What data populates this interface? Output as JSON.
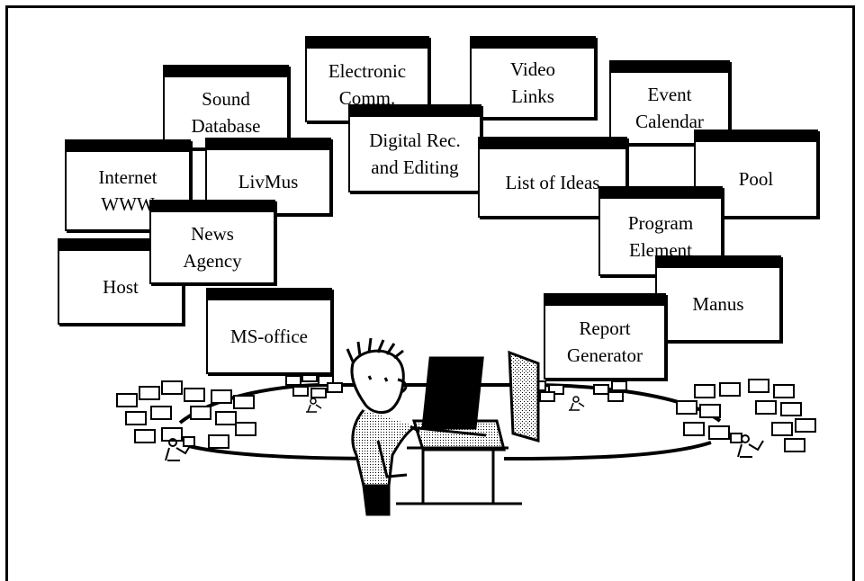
{
  "windows": [
    {
      "name": "sound-database-window",
      "label": "Sound\nDatabase"
    },
    {
      "name": "electronic-comm-window",
      "label": "Electronic\nComm."
    },
    {
      "name": "video-links-window",
      "label": "Video\nLinks"
    },
    {
      "name": "event-calendar-window",
      "label": "Event\nCalendar"
    },
    {
      "name": "internet-www-window",
      "label": "Internet\nWWW"
    },
    {
      "name": "livmus-window",
      "label": "LivMus"
    },
    {
      "name": "digital-rec-window",
      "label": "Digital Rec.\nand Editing"
    },
    {
      "name": "list-of-ideas-window",
      "label": "List of Ideas"
    },
    {
      "name": "pool-window",
      "label": "Pool"
    },
    {
      "name": "host-window",
      "label": "Host"
    },
    {
      "name": "news-agency-window",
      "label": "News\nAgency"
    },
    {
      "name": "program-element-window",
      "label": "Program\nElement"
    },
    {
      "name": "manus-window",
      "label": "Manus"
    },
    {
      "name": "ms-office-window",
      "label": "MS-office"
    },
    {
      "name": "report-generator-window",
      "label": "Report\nGenerator"
    }
  ],
  "colors": {
    "ink": "#000000",
    "paper": "#ffffff"
  }
}
